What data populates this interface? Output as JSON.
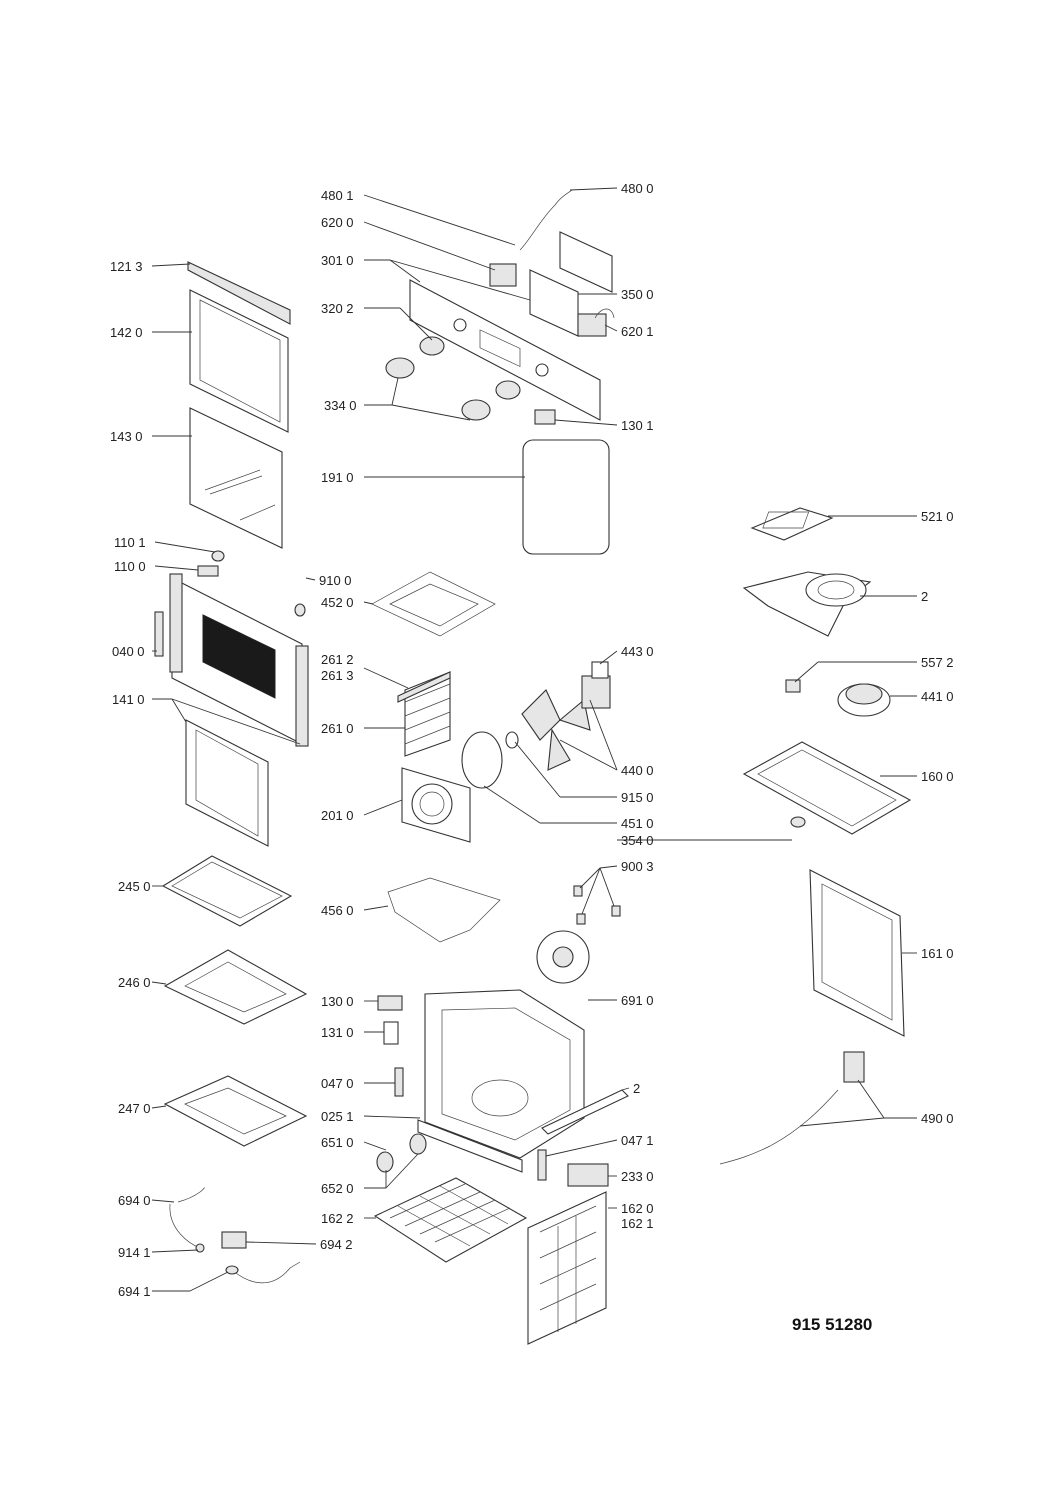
{
  "model_code": "915 51280",
  "labels": [
    {
      "id": "l4801",
      "text": "480 1"
    },
    {
      "id": "l4800",
      "text": "480 0"
    },
    {
      "id": "l6200",
      "text": "620 0"
    },
    {
      "id": "l3010",
      "text": "301 0"
    },
    {
      "id": "l1213",
      "text": "121 3"
    },
    {
      "id": "l3500",
      "text": "350 0"
    },
    {
      "id": "l3202",
      "text": "320 2"
    },
    {
      "id": "l6201",
      "text": "620 1"
    },
    {
      "id": "l1420",
      "text": "142 0"
    },
    {
      "id": "l3340",
      "text": "334 0"
    },
    {
      "id": "l1301",
      "text": "130 1"
    },
    {
      "id": "l1430",
      "text": "143 0"
    },
    {
      "id": "l1910",
      "text": "191 0"
    },
    {
      "id": "l5210",
      "text": "521 0"
    },
    {
      "id": "l1101",
      "text": "110 1"
    },
    {
      "id": "l1100",
      "text": "110 0"
    },
    {
      "id": "l9100",
      "text": "910 0"
    },
    {
      "id": "l4520",
      "text": "452 0"
    },
    {
      "id": "l2",
      "text": "2"
    },
    {
      "id": "l0400",
      "text": "040 0"
    },
    {
      "id": "l4430",
      "text": "443 0"
    },
    {
      "id": "l2612",
      "text": "261 2"
    },
    {
      "id": "l2613",
      "text": "261 3"
    },
    {
      "id": "l5572",
      "text": "557 2"
    },
    {
      "id": "l1410",
      "text": "141 0"
    },
    {
      "id": "l4410",
      "text": "441 0"
    },
    {
      "id": "l2610",
      "text": "261 0"
    },
    {
      "id": "l4400",
      "text": "440 0"
    },
    {
      "id": "l1600",
      "text": "160 0"
    },
    {
      "id": "l9150",
      "text": "915 0"
    },
    {
      "id": "l2010",
      "text": "201 0"
    },
    {
      "id": "l4510",
      "text": "451 0"
    },
    {
      "id": "l3540",
      "text": "354 0"
    },
    {
      "id": "l9003",
      "text": "900 3"
    },
    {
      "id": "l2450",
      "text": "245 0"
    },
    {
      "id": "l4560",
      "text": "456 0"
    },
    {
      "id": "l1610",
      "text": "161 0"
    },
    {
      "id": "l2460",
      "text": "246 0"
    },
    {
      "id": "l1300",
      "text": "130 0"
    },
    {
      "id": "l6910",
      "text": "691 0"
    },
    {
      "id": "l1310",
      "text": "131 0"
    },
    {
      "id": "l0470",
      "text": "047 0"
    },
    {
      "id": "l2b",
      "text": "2"
    },
    {
      "id": "l2470",
      "text": "247 0"
    },
    {
      "id": "l4900",
      "text": "490 0"
    },
    {
      "id": "l0251",
      "text": "025 1"
    },
    {
      "id": "l6510",
      "text": "651 0"
    },
    {
      "id": "l0471",
      "text": "047 1"
    },
    {
      "id": "l2330",
      "text": "233 0"
    },
    {
      "id": "l6520",
      "text": "652 0"
    },
    {
      "id": "l6940",
      "text": "694 0"
    },
    {
      "id": "l1620",
      "text": "162 0"
    },
    {
      "id": "l1622",
      "text": "162 2"
    },
    {
      "id": "l1621",
      "text": "162 1"
    },
    {
      "id": "l9141",
      "text": "914 1"
    },
    {
      "id": "l6942",
      "text": "694 2"
    },
    {
      "id": "l6941",
      "text": "694 1"
    }
  ]
}
